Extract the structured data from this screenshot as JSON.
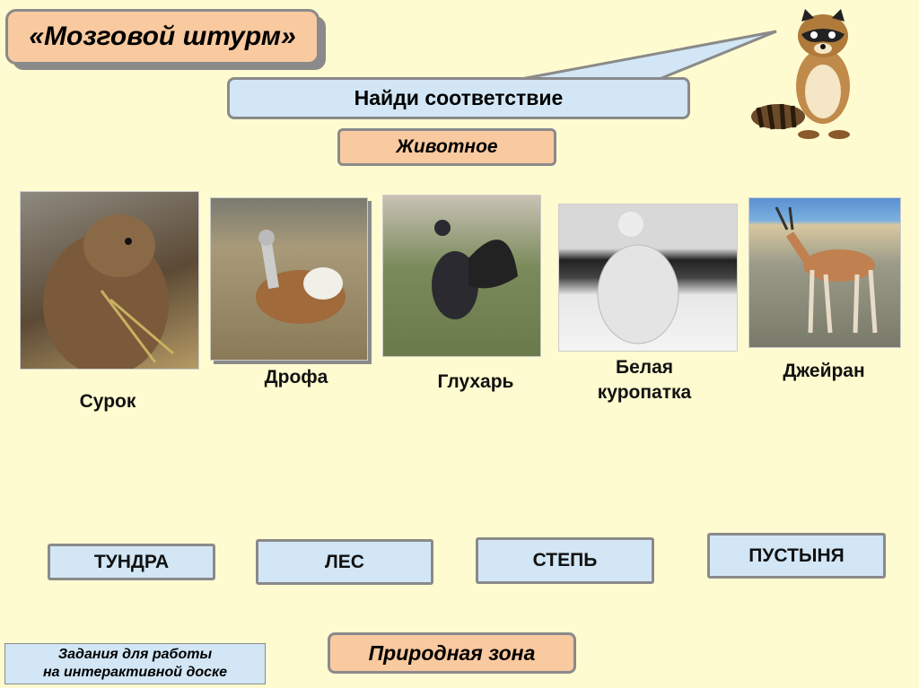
{
  "title": "«Мозговой штурм»",
  "instruction": "Найди соответствие",
  "animal_header": "Животное",
  "zone_header": "Природная зона",
  "footer_note": {
    "line1": "Задания для работы",
    "line2": "на интерактивной доске"
  },
  "animals": [
    {
      "name": "Сурок",
      "icon": "marmot-photo"
    },
    {
      "name": "Дрофа",
      "icon": "bustard-photo"
    },
    {
      "name": "Глухарь",
      "icon": "capercaillie-photo"
    },
    {
      "name_line1": "Белая",
      "name_line2": "куропатка",
      "icon": "ptarmigan-photo"
    },
    {
      "name": "Джейран",
      "icon": "gazelle-photo"
    }
  ],
  "zones": [
    "ТУНДРА",
    "ЛЕС",
    "СТЕПЬ",
    "ПУСТЫНЯ"
  ],
  "colors": {
    "background": "#fffbd0",
    "peach": "#f9c9a0",
    "blue": "#d2e6f5",
    "border": "#8a8a8a"
  }
}
